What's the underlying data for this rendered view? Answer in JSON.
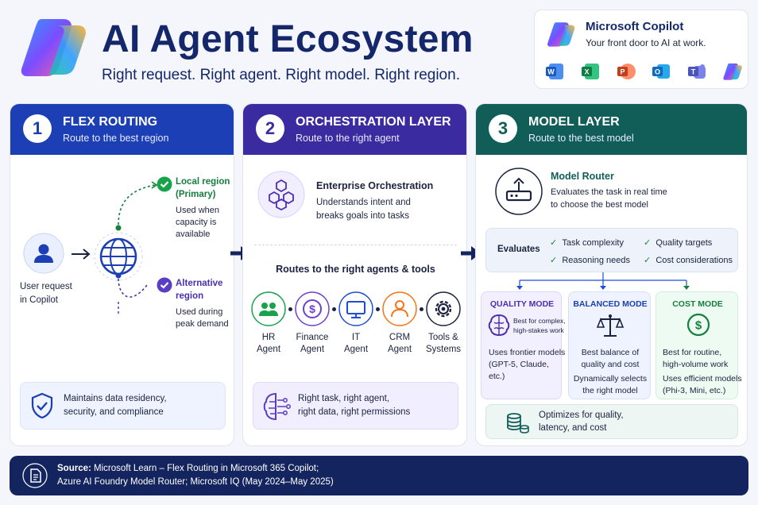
{
  "header": {
    "title": "AI Agent Ecosystem",
    "subtitle": "Right request. Right agent. Right model. Right region."
  },
  "copilot_card": {
    "title": "Microsoft Copilot",
    "subtitle": "Your front door to AI at work.",
    "apps": [
      "word-icon",
      "excel-icon",
      "powerpoint-icon",
      "outlook-icon",
      "teams-icon",
      "copilot-icon"
    ],
    "app_letters": [
      "W",
      "X",
      "P",
      "O",
      "T",
      ""
    ]
  },
  "panel1": {
    "number": "1",
    "title": "FLEX ROUTING",
    "subtitle": "Route to the best region",
    "user_label_1": "User request",
    "user_label_2": "in Copilot",
    "local_title_1": "Local region",
    "local_title_2": "(Primary)",
    "local_desc_1": "Used when",
    "local_desc_2": "capacity is",
    "local_desc_3": "available",
    "alt_title_1": "Alternative",
    "alt_title_2": "region",
    "alt_desc_1": "Used during",
    "alt_desc_2": "peak demand",
    "note_1": "Maintains data residency,",
    "note_2": "security, and compliance"
  },
  "panel2": {
    "number": "2",
    "title": "ORCHESTRATION LAYER",
    "subtitle": "Route to the right agent",
    "orch_title": "Enterprise Orchestration",
    "orch_desc_1": "Understands intent and",
    "orch_desc_2": "breaks goals into tasks",
    "routes_title": "Routes to the right agents & tools",
    "agents": [
      {
        "l1": "HR",
        "l2": "Agent",
        "icon": "people-icon"
      },
      {
        "l1": "Finance",
        "l2": "Agent",
        "icon": "dollar-icon"
      },
      {
        "l1": "IT",
        "l2": "Agent",
        "icon": "monitor-icon"
      },
      {
        "l1": "CRM",
        "l2": "Agent",
        "icon": "person-icon"
      },
      {
        "l1": "Tools &",
        "l2": "Systems",
        "icon": "gear-icon"
      }
    ],
    "note_1": "Right task, right agent,",
    "note_2": "right data, right permissions"
  },
  "panel3": {
    "number": "3",
    "title": "MODEL LAYER",
    "subtitle": "Route to the best model",
    "router_title": "Model Router",
    "router_desc_1": "Evaluates the task in real time",
    "router_desc_2": "to choose the best model",
    "evaluates_label": "Evaluates",
    "criteria": [
      "Task complexity",
      "Quality targets",
      "Reasoning needs",
      "Cost considerations"
    ],
    "quality": {
      "title": "QUALITY MODE",
      "hint_1": "Best for complex,",
      "hint_2": "high-stakes work",
      "d1": "Uses frontier models",
      "d2": "(GPT-5, Claude,",
      "d3": "etc.)"
    },
    "balanced": {
      "title": "BALANCED MODE",
      "d1": "Best balance of",
      "d2": "quality and cost",
      "d3": "Dynamically selects",
      "d4": "the right model"
    },
    "cost": {
      "title": "COST MODE",
      "d1": "Best for routine,",
      "d2": "high-volume work",
      "d3": "Uses efficient models",
      "d4": "(Phi-3, Mini, etc.)"
    },
    "optimizes_1": "Optimizes for quality,",
    "optimizes_2": "latency, and cost"
  },
  "footer": {
    "source_label": "Source:",
    "source_1": "Microsoft Learn – Flex Routing in Microsoft 365 Copilot;",
    "source_2": "Azure AI Foundry Model Router; Microsoft IQ (May 2024–May 2025)"
  },
  "colors": {
    "panel1": "#1d3fb5",
    "panel2": "#3b2ba0",
    "panel3": "#115e59",
    "footer": "#14245e",
    "accent_green": "#15803d",
    "accent_purple": "#4c2fb0"
  }
}
